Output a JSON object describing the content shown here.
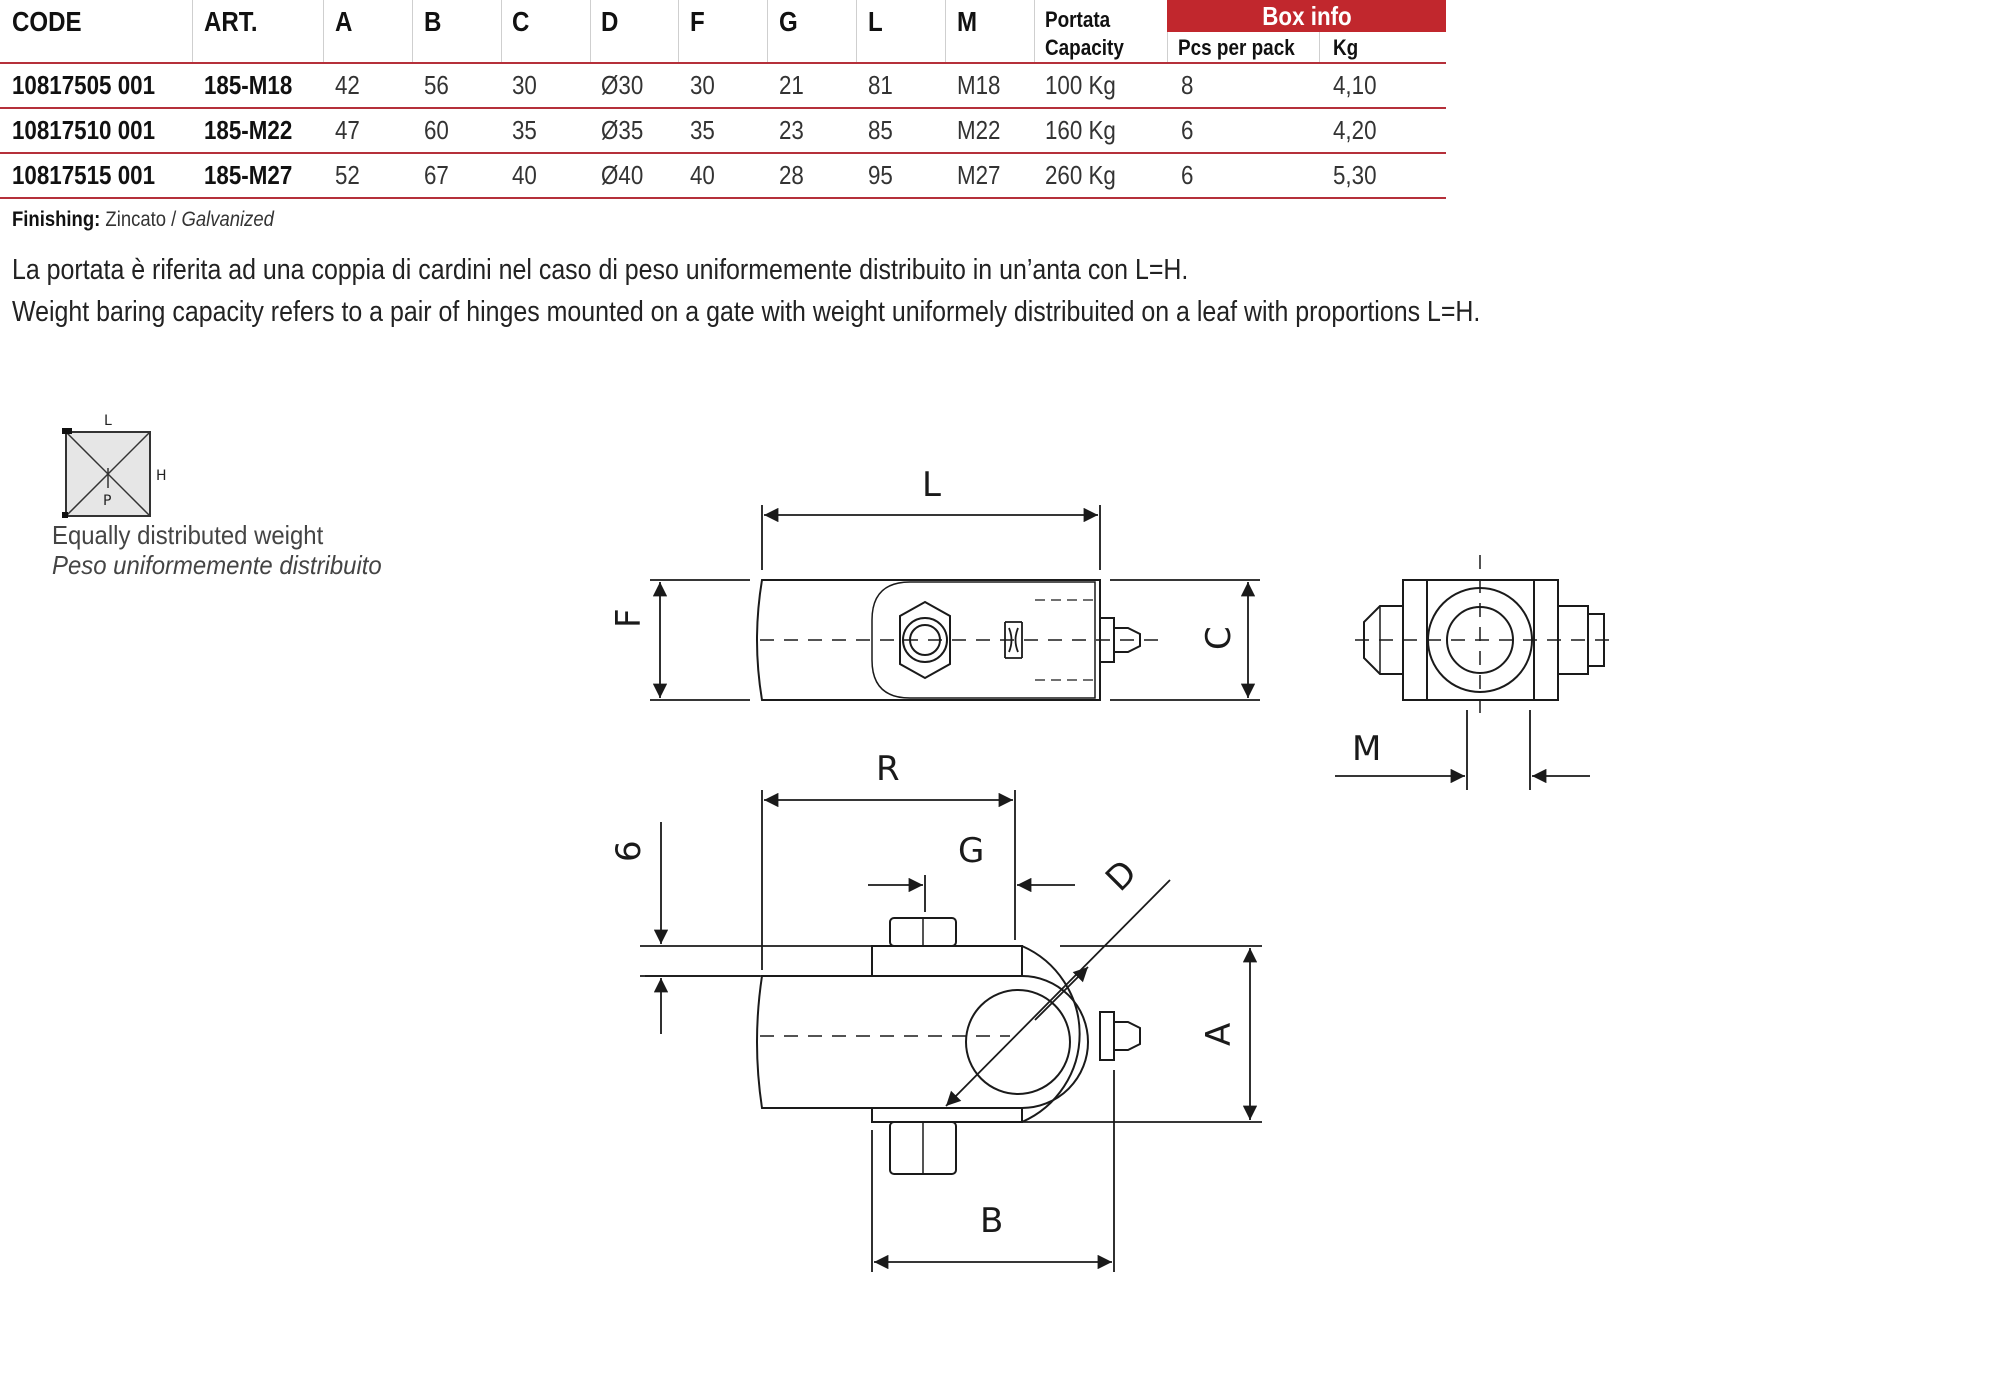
{
  "table": {
    "headers": [
      "CODE",
      "ART.",
      "A",
      "B",
      "C",
      "D",
      "F",
      "G",
      "L",
      "M"
    ],
    "capacity_header": [
      "Portata",
      "Capacity"
    ],
    "box_info": {
      "title": "Box info",
      "pcs_label": "Pcs per pack",
      "kg_label": "Kg"
    },
    "rows": [
      {
        "code": "10817505 001",
        "art": "185-M18",
        "a": "42",
        "b": "56",
        "c": "30",
        "d": "Ø30",
        "f": "30",
        "g": "21",
        "l": "81",
        "m": "M18",
        "capacity": "100 Kg",
        "pcs": "8",
        "kg": "4,10"
      },
      {
        "code": "10817510 001",
        "art": "185-M22",
        "a": "47",
        "b": "60",
        "c": "35",
        "d": "Ø35",
        "f": "35",
        "g": "23",
        "l": "85",
        "m": "M22",
        "capacity": "160 Kg",
        "pcs": "6",
        "kg": "4,20"
      },
      {
        "code": "10817515 001",
        "art": "185-M27",
        "a": "52",
        "b": "67",
        "c": "40",
        "d": "Ø40",
        "f": "40",
        "g": "28",
        "l": "95",
        "m": "M27",
        "capacity": "260 Kg",
        "pcs": "6",
        "kg": "5,30"
      }
    ]
  },
  "finishing": {
    "label": "Finishing:",
    "it": "Zincato",
    "sep": " / ",
    "en": "Galvanized"
  },
  "notes": [
    "La portata è riferita ad una coppia di cardini nel caso di peso uniformemente distribuito in un’anta con L=H.",
    "Weight baring capacity refers to a pair of hinges mounted on a gate with weight uniformely distribuited on a leaf with proportions L=H."
  ],
  "legend": {
    "labels": {
      "l": "L",
      "h": "H",
      "p": "P"
    },
    "text_en": "Equally distributed weight",
    "text_it": "Peso uniformemente distribuito"
  },
  "drawing": {
    "dims": {
      "l": "L",
      "f": "F",
      "c": "C",
      "m": "M",
      "r": "R",
      "six": "6",
      "g": "G",
      "d": "D",
      "a": "A",
      "b": "B"
    }
  },
  "colors": {
    "accent": "#c1272d",
    "rule": "#b5303a",
    "line": "#1a1a1a",
    "fill": "#e6e6e6"
  }
}
